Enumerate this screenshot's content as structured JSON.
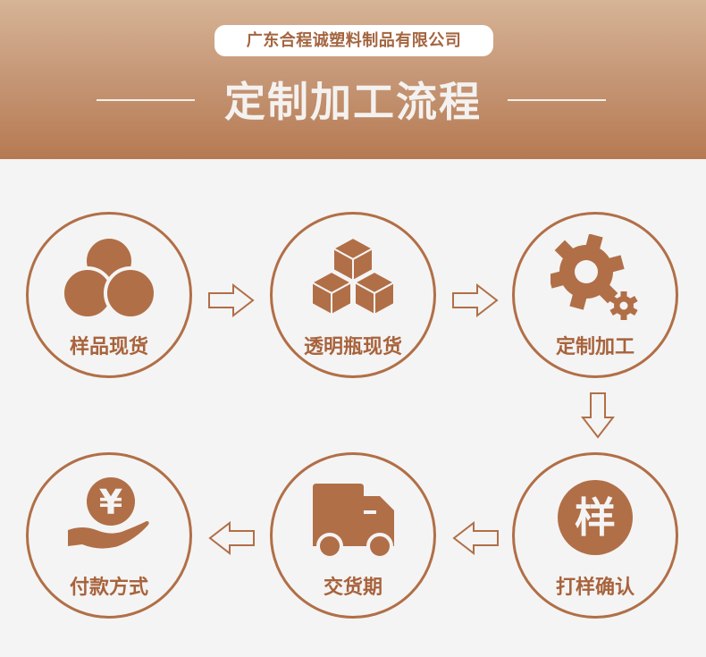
{
  "header": {
    "company": "广东合程诚塑料制品有限公司",
    "title": "定制加工流程"
  },
  "colors": {
    "accent": "#b16f47",
    "background": "#f4f4f4",
    "header_top": "#d6b496",
    "header_bottom": "#b67a52"
  },
  "steps": [
    {
      "label": "样品现货",
      "icon": "three-circles-icon"
    },
    {
      "label": "透明瓶现货",
      "icon": "cubes-icon"
    },
    {
      "label": "定制加工",
      "icon": "gears-icon"
    },
    {
      "label": "打样确认",
      "icon": "sample-badge-icon",
      "badge_char": "样"
    },
    {
      "label": "交货期",
      "icon": "truck-icon"
    },
    {
      "label": "付款方式",
      "icon": "yuan-hand-icon",
      "coin_char": "¥"
    }
  ]
}
